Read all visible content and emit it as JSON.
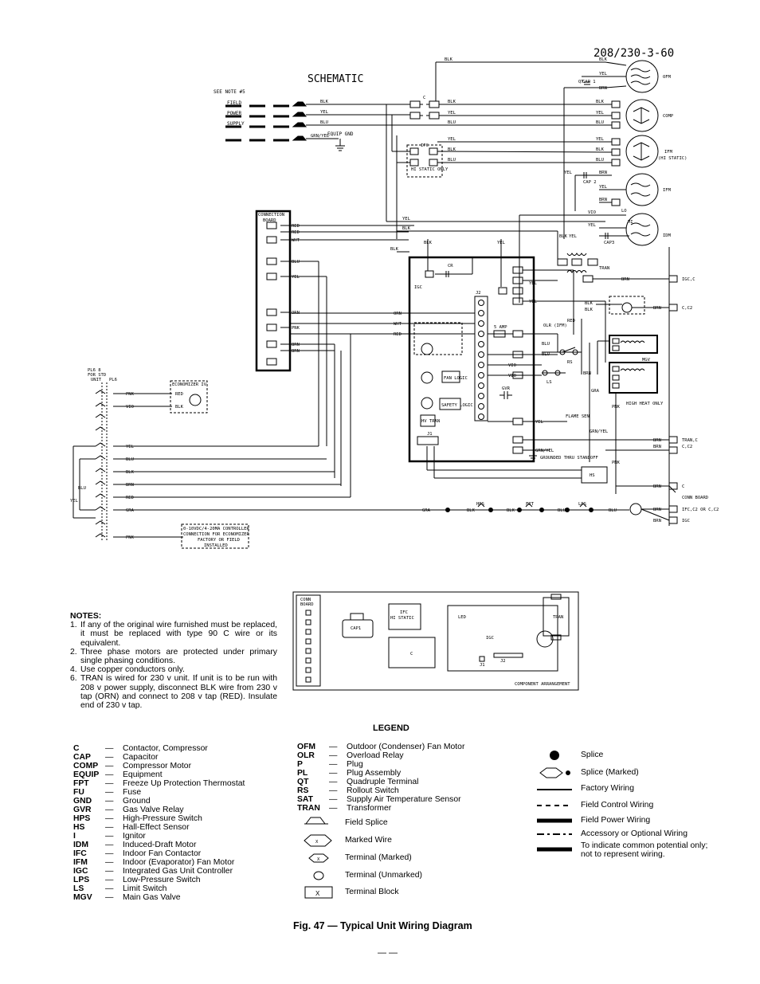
{
  "schematic": {
    "voltage_title": "208/230-3-60",
    "title": "SCHEMATIC",
    "see_note": "SEE NOTE #5",
    "field_power_supply": [
      "FIELD",
      "POWER",
      "SUPPLY"
    ],
    "equip_gnd": [
      "EQUIP GND"
    ],
    "motor_labels": [
      "OFM",
      "COMP",
      "IFM",
      "(HI STATIC)",
      "IFM",
      "IDM"
    ],
    "wire_colors": [
      "BLK",
      "YEL",
      "BLU",
      "GRN/YEL",
      "RED",
      "WHT",
      "ORN",
      "PNK",
      "BRN",
      "VIO",
      "GRA"
    ],
    "components": [
      "C",
      "QT",
      "CAP 1",
      "CAP 2",
      "CAP3",
      "IFC",
      "HI STATIC ONLY",
      "LO",
      "HI",
      "TRAN",
      "IGC",
      "CR",
      "J2",
      "J1",
      "5 AMP",
      "OLR (IFM)",
      "RS",
      "LS",
      "FAN LOGIC",
      "SAFETY LOGIC",
      "GVR",
      "HV TRAN",
      "HS",
      "MGV",
      "HIGH HEAT ONLY",
      "FPT",
      "HPS",
      "LPS",
      "FLAME SEN",
      "GROUNDED THRU STANDOFF"
    ],
    "connection_board": [
      "CONNECTION",
      "BOARD"
    ],
    "plug_header": [
      "PL6 8",
      "FOR STD",
      "UNIT",
      "PL6"
    ],
    "economizer": "ECONOMIZER IV",
    "controller_note": [
      "0-10VDC/4-20MA CONTROLLER",
      "CONNECTION FOR ECONOMIZER",
      "FACTORY OR FIELD",
      "INSTALLED"
    ],
    "right_labels": [
      "IGC,C",
      "C,C2",
      "TRAN,C",
      "C,C2",
      "C",
      "CONN BOARD",
      "IFC,C2 OR C,C2",
      "IGC"
    ]
  },
  "component_arrangement": {
    "title": "COMPONENT ARRANGEMENT",
    "labels": [
      "CONN",
      "BOARD",
      "CAP1",
      "IFC",
      "HI STATIC",
      "C",
      "LED",
      "IGC",
      "J1",
      "J2",
      "TRAN"
    ]
  },
  "notes": {
    "heading": "NOTES:",
    "items": [
      {
        "num": "1.",
        "text": "If any of the original wire furnished must be replaced, it must be replaced with type 90 C wire or its equivalent."
      },
      {
        "num": "2.",
        "text": "Three phase motors are protected under primary single phasing conditions."
      },
      {
        "num": "4.",
        "text": "Use copper conductors only."
      },
      {
        "num": "6.",
        "text": "TRAN is wired for 230 v unit. If unit is to be run with 208 v power supply, disconnect BLK wire from 230 v tap (ORN) and connect to 208 v tap (RED). Insulate end of 230 v tap."
      }
    ]
  },
  "legend": {
    "title": "LEGEND",
    "col1": [
      {
        "k": "C",
        "v": "Contactor, Compressor"
      },
      {
        "k": "CAP",
        "v": "Capacitor"
      },
      {
        "k": "COMP",
        "v": "Compressor Motor"
      },
      {
        "k": "EQUIP",
        "v": "Equipment"
      },
      {
        "k": "FPT",
        "v": "Freeze Up Protection Thermostat"
      },
      {
        "k": "FU",
        "v": "Fuse"
      },
      {
        "k": "GND",
        "v": "Ground"
      },
      {
        "k": "GVR",
        "v": "Gas Valve Relay"
      },
      {
        "k": "HPS",
        "v": "High-Pressure Switch"
      },
      {
        "k": "HS",
        "v": "Hall-Effect Sensor"
      },
      {
        "k": "I",
        "v": "Ignitor"
      },
      {
        "k": "IDM",
        "v": "Induced-Draft Motor"
      },
      {
        "k": "IFC",
        "v": "Indoor Fan Contactor"
      },
      {
        "k": "IFM",
        "v": "Indoor (Evaporator) Fan Motor"
      },
      {
        "k": "IGC",
        "v": "Integrated Gas Unit Controller"
      },
      {
        "k": "LPS",
        "v": "Low-Pressure Switch"
      },
      {
        "k": "LS",
        "v": "Limit Switch"
      },
      {
        "k": "MGV",
        "v": "Main Gas Valve"
      }
    ],
    "col2": [
      {
        "k": "OFM",
        "v": "Outdoor (Condenser) Fan Motor"
      },
      {
        "k": "OLR",
        "v": "Overload Relay"
      },
      {
        "k": "P",
        "v": "Plug"
      },
      {
        "k": "PL",
        "v": "Plug Assembly"
      },
      {
        "k": "QT",
        "v": "Quadruple Terminal"
      },
      {
        "k": "RS",
        "v": "Rollout Switch"
      },
      {
        "k": "SAT",
        "v": "Supply Air Temperature Sensor"
      },
      {
        "k": "TRAN",
        "v": "Transformer"
      }
    ],
    "symbols_mid": [
      "Field Splice",
      "Marked Wire",
      "Terminal (Marked)",
      "Terminal (Unmarked)",
      "Terminal Block"
    ],
    "symbols_right": [
      "Splice",
      "Splice (Marked)",
      "Factory Wiring",
      "Field Control Wiring",
      "Field Power Wiring",
      "Accessory or Optional Wiring",
      "To indicate common potential only;",
      "not to represent wiring."
    ],
    "marker": "X"
  },
  "caption": "Fig. 47 — Typical Unit Wiring Diagram",
  "page_number": "— —"
}
